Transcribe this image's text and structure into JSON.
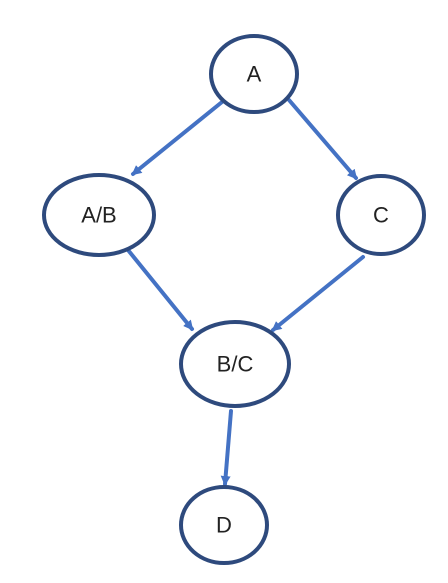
{
  "colors": {
    "node_border": "#2e4a7d",
    "edge": "#4472c4",
    "label": "#222222"
  },
  "nodes": [
    {
      "id": "A",
      "label": "A"
    },
    {
      "id": "AB",
      "label": "A/B"
    },
    {
      "id": "C",
      "label": "C"
    },
    {
      "id": "BC",
      "label": "B/C"
    },
    {
      "id": "D",
      "label": "D"
    }
  ],
  "edges": [
    {
      "from": "A",
      "to": "AB"
    },
    {
      "from": "A",
      "to": "C"
    },
    {
      "from": "AB",
      "to": "BC"
    },
    {
      "from": "C",
      "to": "BC"
    },
    {
      "from": "BC",
      "to": "D"
    }
  ]
}
